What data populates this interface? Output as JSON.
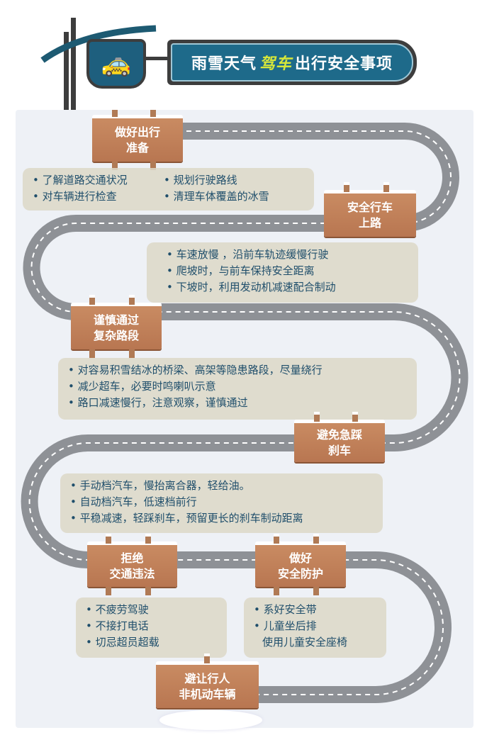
{
  "header": {
    "title_a": "雨雪天气",
    "title_b": "驾车",
    "title_c": "出行安全事项",
    "icon": "car-icon"
  },
  "steps": [
    {
      "title": [
        "做好出行",
        "准备"
      ],
      "items": [
        "了解道路交通状况",
        "规划行驶路线",
        "对车辆进行检查",
        "清理车体覆盖的冰雪"
      ]
    },
    {
      "title": [
        "安全行车",
        "上路"
      ],
      "items": [
        "车速放慢 ，沿前车轨迹缓慢行驶",
        "爬坡时，与前车保持安全距离",
        "下坡时，利用发动机减速配合制动"
      ]
    },
    {
      "title": [
        "谨慎通过",
        "复杂路段"
      ],
      "items": [
        "对容易积雪结冰的桥梁、高架等隐患路段，尽量绕行",
        "减少超车，必要时鸣喇叭示意",
        "路口减速慢行，注意观察，谨慎通过"
      ]
    },
    {
      "title": [
        "避免急踩",
        "刹车"
      ],
      "items": [
        "手动档汽车，慢抬离合器，轻给油。",
        "自动档汽车，低速档前行",
        "平稳减速，轻踩刹车，预留更长的刹车制动距离"
      ]
    },
    {
      "title": [
        "拒绝",
        "交通违法"
      ],
      "items": [
        "不疲劳驾驶",
        "不接打电话",
        "切忌超员超载"
      ]
    },
    {
      "title": [
        "做好",
        "安全防护"
      ],
      "items": [
        "系好安全带",
        "儿童坐后排",
        "使用儿童安全座椅"
      ]
    },
    {
      "title": [
        "避让行人",
        "非机动车辆"
      ],
      "items": []
    }
  ],
  "colors": {
    "road": "#8e9196",
    "wood": "#c08059",
    "text": "#1f4e6b",
    "sign_blue": "#1e6a8a"
  }
}
